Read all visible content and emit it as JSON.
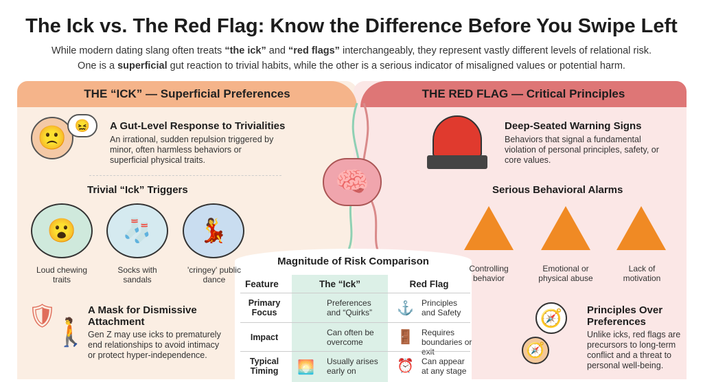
{
  "title": "The Ick vs. The Red Flag: Know the Difference Before You Swipe Left",
  "subtitle": {
    "line1_a": "While modern dating slang often treats ",
    "line1_b": "“the ick”",
    "line1_c": " and ",
    "line1_d": "“red flags”",
    "line1_e": " interchangeably, they represent vastly different levels of relational risk.",
    "line2_a": "One is a ",
    "line2_b": "superficial",
    "line2_c": " gut reaction to trivial habits, while the other is a serious indicator of misaligned values or potential harm."
  },
  "left": {
    "header": "THE “ICK” — Superficial Preferences",
    "section1": {
      "title": "A Gut-Level Response to Trivialities",
      "desc": "An irrational, sudden repulsion triggered by minor, often harmless behaviors or superficial physical traits."
    },
    "triggers_title": "Trivial “Ick” Triggers",
    "triggers": [
      {
        "label": "Loud chewing traits",
        "icon": "chewing-icon"
      },
      {
        "label": "Socks with sandals",
        "icon": "sandals-icon"
      },
      {
        "label": "'cringey' public dance",
        "icon": "dance-icon"
      }
    ],
    "section3": {
      "title": "A Mask for Dismissive Attachment",
      "desc": "Gen Z may use icks to prematurely end relationships to avoid intimacy or protect hyper-independence."
    }
  },
  "right": {
    "header": "THE RED FLAG — Critical Principles",
    "section1": {
      "title": "Deep-Seated Warning Signs",
      "desc": "Behaviors that signal a fundamental violation of personal principles, safety, or core values."
    },
    "alarms_title": "Serious Behavioral Alarms",
    "alarms": [
      {
        "label": "Controlling behavior"
      },
      {
        "label": "Emotional or physical abuse"
      },
      {
        "label": "Lack of motivation"
      }
    ],
    "section3": {
      "title": "Principles Over Preferences",
      "desc": "Unlike icks, red flags are precursors to long-term conflict and a threat to personal well-being."
    }
  },
  "table": {
    "title": "Magnitude of Risk Comparison",
    "headers": [
      "Feature",
      "The “Ick”",
      "Red Flag"
    ],
    "rows": [
      {
        "feature": "Primary Focus",
        "ick": "Preferences and “Quirks”",
        "red": "Principles and Safety",
        "red_icon": "anchor-icon"
      },
      {
        "feature": "Impact",
        "ick": "Can often be overcome",
        "red": "Requires boundaries or exit",
        "red_icon": "exit-door-icon"
      },
      {
        "feature": "Typical Timing",
        "ick": "Usually arises early on",
        "red": "Can appear at any stage",
        "ick_icon": "sunrise-icon",
        "red_icon": "alarm-clock-icon"
      }
    ]
  },
  "colors": {
    "ick": "#f5b48a",
    "ick_bg": "#fbeee3",
    "red": "#de7676",
    "red_bg": "#fbe7e6",
    "ick_col": "#dcf0e7",
    "divider_green": "#8fd0b4"
  }
}
